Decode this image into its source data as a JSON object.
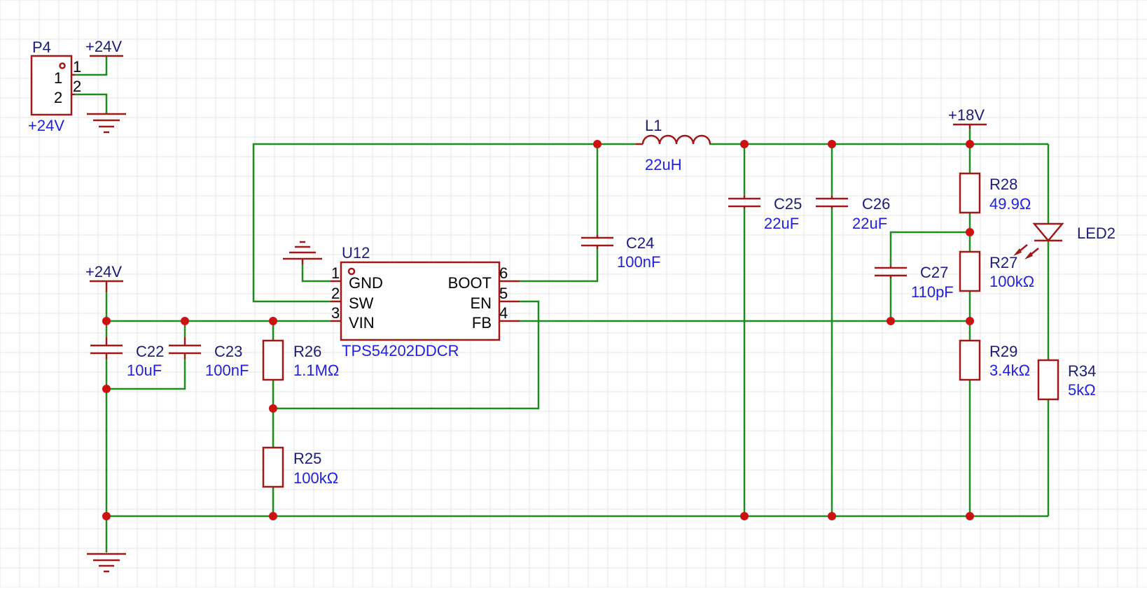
{
  "components": {
    "P4": {
      "designator": "P4",
      "pins": [
        "1",
        "2"
      ],
      "net_label": "+24V"
    },
    "U12": {
      "designator": "U12",
      "part": "TPS54202DDCR",
      "pins_left": [
        {
          "num": "1",
          "name": "GND"
        },
        {
          "num": "2",
          "name": "SW"
        },
        {
          "num": "3",
          "name": "VIN"
        }
      ],
      "pins_right": [
        {
          "num": "6",
          "name": "BOOT"
        },
        {
          "num": "5",
          "name": "EN"
        },
        {
          "num": "4",
          "name": "FB"
        }
      ]
    },
    "L1": {
      "designator": "L1",
      "value": "22uH"
    },
    "C22": {
      "designator": "C22",
      "value": "10uF"
    },
    "C23": {
      "designator": "C23",
      "value": "100nF"
    },
    "C24": {
      "designator": "C24",
      "value": "100nF"
    },
    "C25": {
      "designator": "C25",
      "value": "22uF"
    },
    "C26": {
      "designator": "C26",
      "value": "22uF"
    },
    "C27": {
      "designator": "C27",
      "value": "110pF"
    },
    "R25": {
      "designator": "R25",
      "value": "100kΩ"
    },
    "R26": {
      "designator": "R26",
      "value": "1.1MΩ"
    },
    "R27": {
      "designator": "R27",
      "value": "100kΩ"
    },
    "R28": {
      "designator": "R28",
      "value": "49.9Ω"
    },
    "R29": {
      "designator": "R29",
      "value": "3.4kΩ"
    },
    "R34": {
      "designator": "R34",
      "value": "5kΩ"
    },
    "LED2": {
      "designator": "LED2"
    }
  },
  "power_ports": {
    "p4_vcc": "+24V",
    "vin_rail": "+24V",
    "out_rail": "+18V"
  },
  "colors": {
    "wire": "#1e8c1e",
    "component": "#a01818",
    "junction": "#cc1111",
    "designator": "#1b1b7a",
    "value": "#2020e0",
    "grid": "#e6e6e6"
  }
}
